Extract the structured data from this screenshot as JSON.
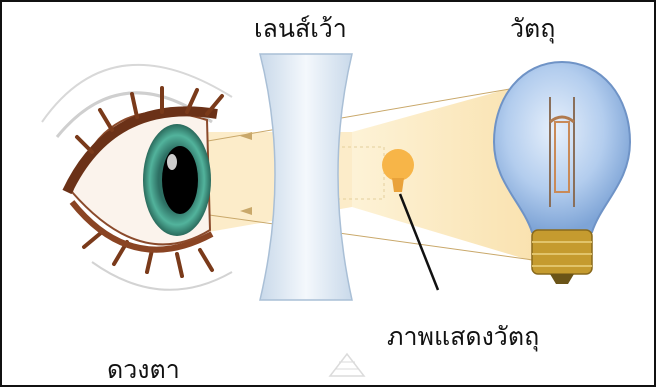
{
  "labels": {
    "lens": "เลนส์เว้า",
    "object": "วัตถุ",
    "image": "ภาพแสดงวัตถุ",
    "eye": "ดวงตา"
  },
  "colors": {
    "light_beam": "#fbe7b6",
    "lens_fill": "#dfe9f3",
    "iris": "#3b9a86",
    "pupil": "#000000",
    "bulb_glass": "#9cc0e8",
    "bulb_base": "#c59b2f",
    "image_blob": "#f6b34a",
    "eyelash": "#7a3a1a"
  },
  "icons": [
    "eye-icon",
    "lens-icon",
    "lightbulb-icon",
    "virtual-image-icon",
    "watermark-icon"
  ]
}
